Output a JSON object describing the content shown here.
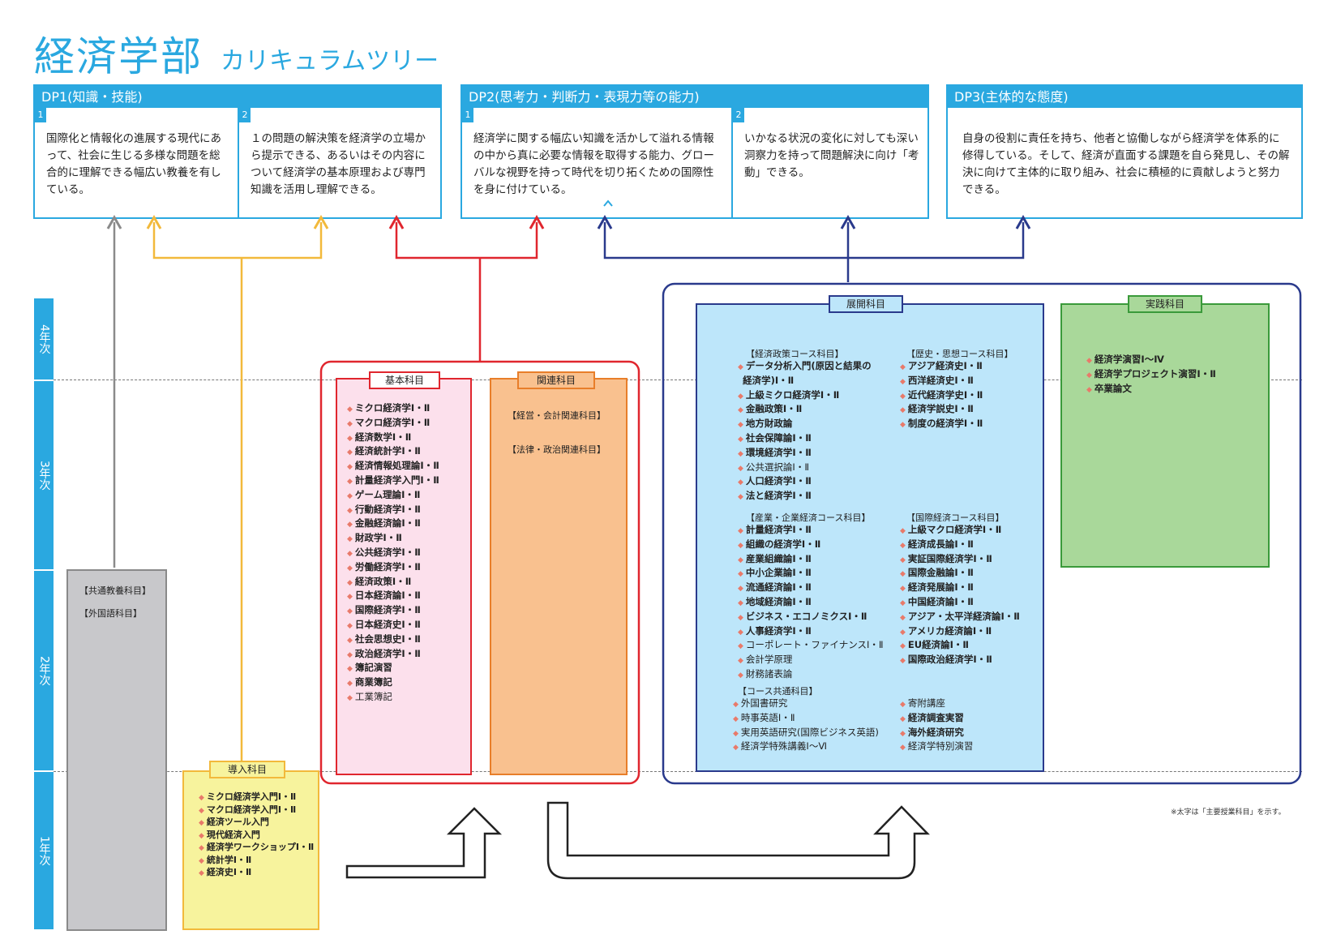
{
  "title": "経済学部",
  "subtitle": "カリキュラムツリー",
  "dp": [
    {
      "head": "DP1(知識・技能)",
      "cols": [
        {
          "num": "1",
          "text": "国際化と情報化の進展する現代にあって、社会に生じる多様な問題を総合的に理解できる幅広い教養を有している。"
        },
        {
          "num": "2",
          "text": "１の問題の解決策を経済学の立場から提示できる、あるいはその内容について経済学の基本原理および専門知識を活用し理解できる。"
        }
      ]
    },
    {
      "head": "DP2(思考力・判断力・表現力等の能力)",
      "cols": [
        {
          "num": "1",
          "text": "経済学に関する幅広い知識を活かして溢れる情報の中から真に必要な情報を取得する能力、グローバルな視野を持って時代を切り拓くための国際性を身に付けている。"
        },
        {
          "num": "2",
          "text": "いかなる状況の変化に対しても深い洞察力を持って問題解決に向け「考動」できる。"
        }
      ]
    },
    {
      "head": "DP3(主体的な態度)",
      "cols": [
        {
          "num": "",
          "text": "自身の役割に責任を持ち、他者と協働しながら経済学を体系的に修得している。そして、経済が直面する課題を自ら発見し、その解決に向けて主体的に取り組み、社会に積極的に貢献しようと努力できる。"
        }
      ]
    }
  ],
  "years": [
    "4年次",
    "3年次",
    "2年次",
    "1年次"
  ],
  "common": {
    "items": [
      "【共通教養科目】",
      "【外国語科目】"
    ]
  },
  "intro": {
    "label": "導入科目",
    "items": [
      "ミクロ経済学入門Ⅰ・Ⅱ",
      "マクロ経済学入門Ⅰ・Ⅱ",
      "経済ツール入門",
      "現代経済入門",
      "経済学ワークショップⅠ・Ⅱ",
      "統計学Ⅰ・Ⅱ",
      "経済史Ⅰ・Ⅱ"
    ]
  },
  "basic": {
    "label": "基本科目",
    "items": [
      {
        "t": "ミクロ経済学Ⅰ・Ⅱ",
        "b": true
      },
      {
        "t": "マクロ経済学Ⅰ・Ⅱ",
        "b": true
      },
      {
        "t": "経済数学Ⅰ・Ⅱ",
        "b": true
      },
      {
        "t": "経済統計学Ⅰ・Ⅱ",
        "b": true
      },
      {
        "t": "経済情報処理論Ⅰ・Ⅱ",
        "b": true
      },
      {
        "t": "計量経済学入門Ⅰ・Ⅱ",
        "b": true
      },
      {
        "t": "ゲーム理論Ⅰ・Ⅱ",
        "b": true
      },
      {
        "t": "行動経済学Ⅰ・Ⅱ",
        "b": true
      },
      {
        "t": "金融経済論Ⅰ・Ⅱ",
        "b": true
      },
      {
        "t": "財政学Ⅰ・Ⅱ",
        "b": true
      },
      {
        "t": "公共経済学Ⅰ・Ⅱ",
        "b": true
      },
      {
        "t": "労働経済学Ⅰ・Ⅱ",
        "b": true
      },
      {
        "t": "経済政策Ⅰ・Ⅱ",
        "b": true
      },
      {
        "t": "日本経済論Ⅰ・Ⅱ",
        "b": true
      },
      {
        "t": "国際経済学Ⅰ・Ⅱ",
        "b": true
      },
      {
        "t": "日本経済史Ⅰ・Ⅱ",
        "b": true
      },
      {
        "t": "社会思想史Ⅰ・Ⅱ",
        "b": true
      },
      {
        "t": "政治経済学Ⅰ・Ⅱ",
        "b": true
      },
      {
        "t": "簿記演習",
        "b": true
      },
      {
        "t": "商業簿記",
        "b": true
      },
      {
        "t": "工業簿記",
        "b": false
      }
    ]
  },
  "related": {
    "label": "関連科目",
    "items": [
      "【経営・会計関連科目】",
      "【法律・政治関連科目】"
    ]
  },
  "advanced": {
    "label": "展開科目",
    "groups": [
      {
        "title": "【経済政策コース科目】",
        "items": [
          {
            "t": "データ分析入門(原因と結果の",
            "b": true
          },
          {
            "t": "経済学)Ⅰ・Ⅱ",
            "b": true,
            "noBullet": true
          },
          {
            "t": "上級ミクロ経済学Ⅰ・Ⅱ",
            "b": true
          },
          {
            "t": "金融政策Ⅰ・Ⅱ",
            "b": true
          },
          {
            "t": "地方財政論",
            "b": true
          },
          {
            "t": "社会保障論Ⅰ・Ⅱ",
            "b": true
          },
          {
            "t": "環境経済学Ⅰ・Ⅱ",
            "b": true
          },
          {
            "t": "公共選択論Ⅰ・Ⅱ",
            "b": false
          },
          {
            "t": "人口経済学Ⅰ・Ⅱ",
            "b": true
          },
          {
            "t": "法と経済学Ⅰ・Ⅱ",
            "b": true
          }
        ]
      },
      {
        "title": "【歴史・思想コース科目】",
        "items": [
          {
            "t": "アジア経済史Ⅰ・Ⅱ",
            "b": true
          },
          {
            "t": "西洋経済史Ⅰ・Ⅱ",
            "b": true
          },
          {
            "t": "近代経済学史Ⅰ・Ⅱ",
            "b": true
          },
          {
            "t": "経済学説史Ⅰ・Ⅱ",
            "b": true
          },
          {
            "t": "制度の経済学Ⅰ・Ⅱ",
            "b": true
          }
        ]
      },
      {
        "title": "【産業・企業経済コース科目】",
        "items": [
          {
            "t": "計量経済学Ⅰ・Ⅱ",
            "b": true
          },
          {
            "t": "組織の経済学Ⅰ・Ⅱ",
            "b": true
          },
          {
            "t": "産業組織論Ⅰ・Ⅱ",
            "b": true
          },
          {
            "t": "中小企業論Ⅰ・Ⅱ",
            "b": true
          },
          {
            "t": "流通経済論Ⅰ・Ⅱ",
            "b": true
          },
          {
            "t": "地域経済論Ⅰ・Ⅱ",
            "b": true
          },
          {
            "t": "ビジネス・エコノミクスⅠ・Ⅱ",
            "b": true
          },
          {
            "t": "人事経済学Ⅰ・Ⅱ",
            "b": true
          },
          {
            "t": "コーポレート・ファイナンスⅠ・Ⅱ",
            "b": false
          },
          {
            "t": "会計学原理",
            "b": false
          },
          {
            "t": "財務諸表論",
            "b": false
          }
        ]
      },
      {
        "title": "【国際経済コース科目】",
        "items": [
          {
            "t": "上級マクロ経済学Ⅰ・Ⅱ",
            "b": true
          },
          {
            "t": "経済成長論Ⅰ・Ⅱ",
            "b": true
          },
          {
            "t": "実証国際経済学Ⅰ・Ⅱ",
            "b": true
          },
          {
            "t": "国際金融論Ⅰ・Ⅱ",
            "b": true
          },
          {
            "t": "経済発展論Ⅰ・Ⅱ",
            "b": true
          },
          {
            "t": "中国経済論Ⅰ・Ⅱ",
            "b": true
          },
          {
            "t": "アジア・太平洋経済論Ⅰ・Ⅱ",
            "b": true
          },
          {
            "t": "アメリカ経済論Ⅰ・Ⅱ",
            "b": true
          },
          {
            "t": "EU経済論Ⅰ・Ⅱ",
            "b": true
          },
          {
            "t": "国際政治経済学Ⅰ・Ⅱ",
            "b": true
          }
        ]
      },
      {
        "title": "【コース共通科目】",
        "items": [
          {
            "t": "外国書研究",
            "b": false
          },
          {
            "t": "時事英語Ⅰ・Ⅱ",
            "b": false
          },
          {
            "t": "実用英語研究(国際ビジネス英語)",
            "b": false
          },
          {
            "t": "経済学特殊講義Ⅰ～Ⅵ",
            "b": false
          }
        ]
      },
      {
        "title": "",
        "items": [
          {
            "t": "寄附講座",
            "b": false
          },
          {
            "t": "経済調査実習",
            "b": true
          },
          {
            "t": "海外経済研究",
            "b": true
          },
          {
            "t": "経済学特別演習",
            "b": false
          }
        ]
      }
    ]
  },
  "practice": {
    "label": "実践科目",
    "items": [
      {
        "t": "経済学演習Ⅰ～Ⅳ",
        "b": true
      },
      {
        "t": "経済学プロジェクト演習Ⅰ・Ⅱ",
        "b": true
      },
      {
        "t": "卒業論文",
        "b": true
      }
    ]
  },
  "note": "※太字は「主要授業科目」を示す。",
  "colors": {
    "blue": "#2aa8e0",
    "navy": "#2a3a8c",
    "red": "#e0262e",
    "yellow": "#f2b93b",
    "gray": "#8a8a8a"
  }
}
